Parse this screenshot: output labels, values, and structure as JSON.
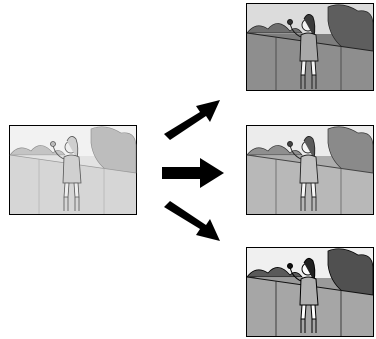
{
  "diagram": {
    "source": {
      "name": "input-image",
      "tone": "light-gray"
    },
    "outputs": [
      {
        "name": "output-image-1",
        "tone": "dark"
      },
      {
        "name": "output-image-2",
        "tone": "medium"
      },
      {
        "name": "output-image-3",
        "tone": "high-contrast"
      }
    ],
    "arrows": [
      {
        "name": "arrow-up-right",
        "direction": "up-right"
      },
      {
        "name": "arrow-right",
        "direction": "right"
      },
      {
        "name": "arrow-down-right",
        "direction": "down-right"
      }
    ],
    "colors": {
      "border": "#000000",
      "background": "#ffffff",
      "source_fill": "#d9d9d9",
      "output1_fill": "#8c8c8c",
      "output2_fill": "#b5b5b5",
      "output3_fill": "#a3a3a3"
    }
  }
}
